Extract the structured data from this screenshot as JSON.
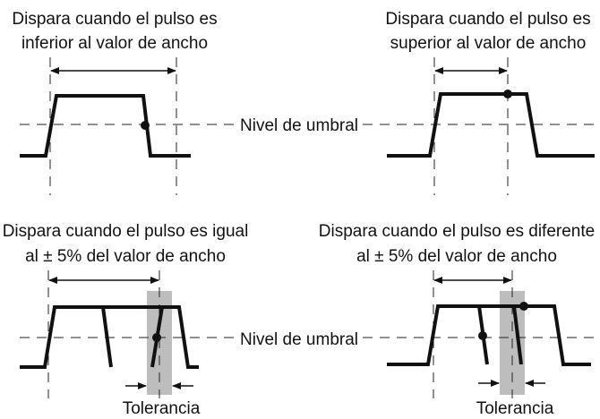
{
  "panels": {
    "top_left": {
      "line1": "Dispara cuando el pulso es",
      "line2": "inferior al valor de ancho"
    },
    "top_right": {
      "line1": "Dispara cuando el pulso es",
      "line2": "superior al valor de ancho"
    },
    "bottom_left": {
      "line1": "Dispara cuando el pulso es igual",
      "line2": "al ± 5% del valor de ancho",
      "tolerance_label": "Tolerancia"
    },
    "bottom_right": {
      "line1": "Dispara cuando el pulso es diferente",
      "line2": "al ± 5% del valor de ancho",
      "tolerance_label": "Tolerancia"
    }
  },
  "threshold_label": "Nivel de umbral"
}
